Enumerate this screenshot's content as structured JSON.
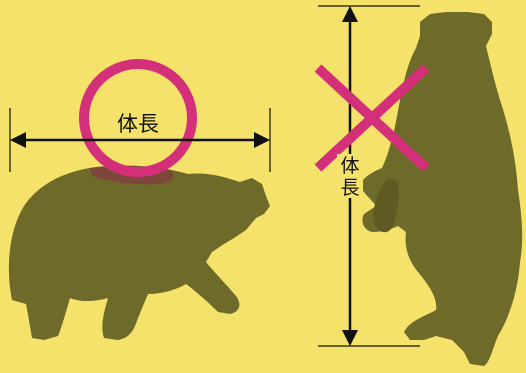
{
  "labels": {
    "left_measure": "体長",
    "right_measure_chars": [
      "体",
      "長"
    ]
  },
  "colors": {
    "background": "#f4e26a",
    "bear": "#6e6a2a",
    "bear_shadow": "#5e5a22",
    "correct_mark": "#d4307a",
    "wrong_mark": "#d4307a",
    "arrow": "#111111"
  },
  "icons": {
    "correct": "circle-correct-icon",
    "wrong": "cross-wrong-icon"
  }
}
